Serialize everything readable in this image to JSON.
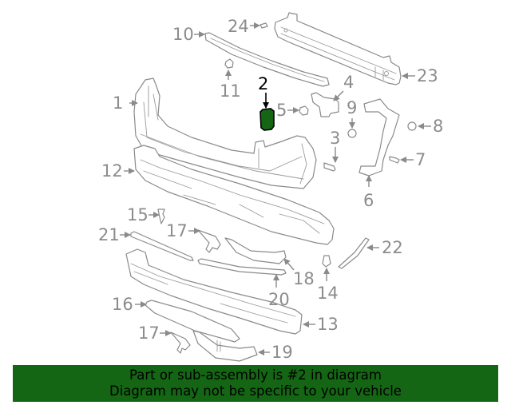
{
  "diagram": {
    "title": "Rear bumper assembly parts diagram",
    "highlighted_part": "2",
    "highlight_color": "#146614",
    "callouts": [
      {
        "id": "1",
        "label": "1"
      },
      {
        "id": "2",
        "label": "2"
      },
      {
        "id": "3",
        "label": "3"
      },
      {
        "id": "4",
        "label": "4"
      },
      {
        "id": "5",
        "label": "5"
      },
      {
        "id": "6",
        "label": "6"
      },
      {
        "id": "7",
        "label": "7"
      },
      {
        "id": "8",
        "label": "8"
      },
      {
        "id": "9",
        "label": "9"
      },
      {
        "id": "10",
        "label": "10"
      },
      {
        "id": "11",
        "label": "11"
      },
      {
        "id": "12",
        "label": "12"
      },
      {
        "id": "13",
        "label": "13"
      },
      {
        "id": "14",
        "label": "14"
      },
      {
        "id": "15",
        "label": "15"
      },
      {
        "id": "16",
        "label": "16"
      },
      {
        "id": "17a",
        "label": "17"
      },
      {
        "id": "17b",
        "label": "17"
      },
      {
        "id": "18",
        "label": "18"
      },
      {
        "id": "19",
        "label": "19"
      },
      {
        "id": "20",
        "label": "20"
      },
      {
        "id": "21",
        "label": "21"
      },
      {
        "id": "22",
        "label": "22"
      },
      {
        "id": "23",
        "label": "23"
      },
      {
        "id": "24",
        "label": "24"
      }
    ]
  },
  "banner": {
    "line1": "Part or sub-assembly is #2 in diagram",
    "line2": "Diagram may not be specific to your vehicle",
    "background": "#146614"
  }
}
